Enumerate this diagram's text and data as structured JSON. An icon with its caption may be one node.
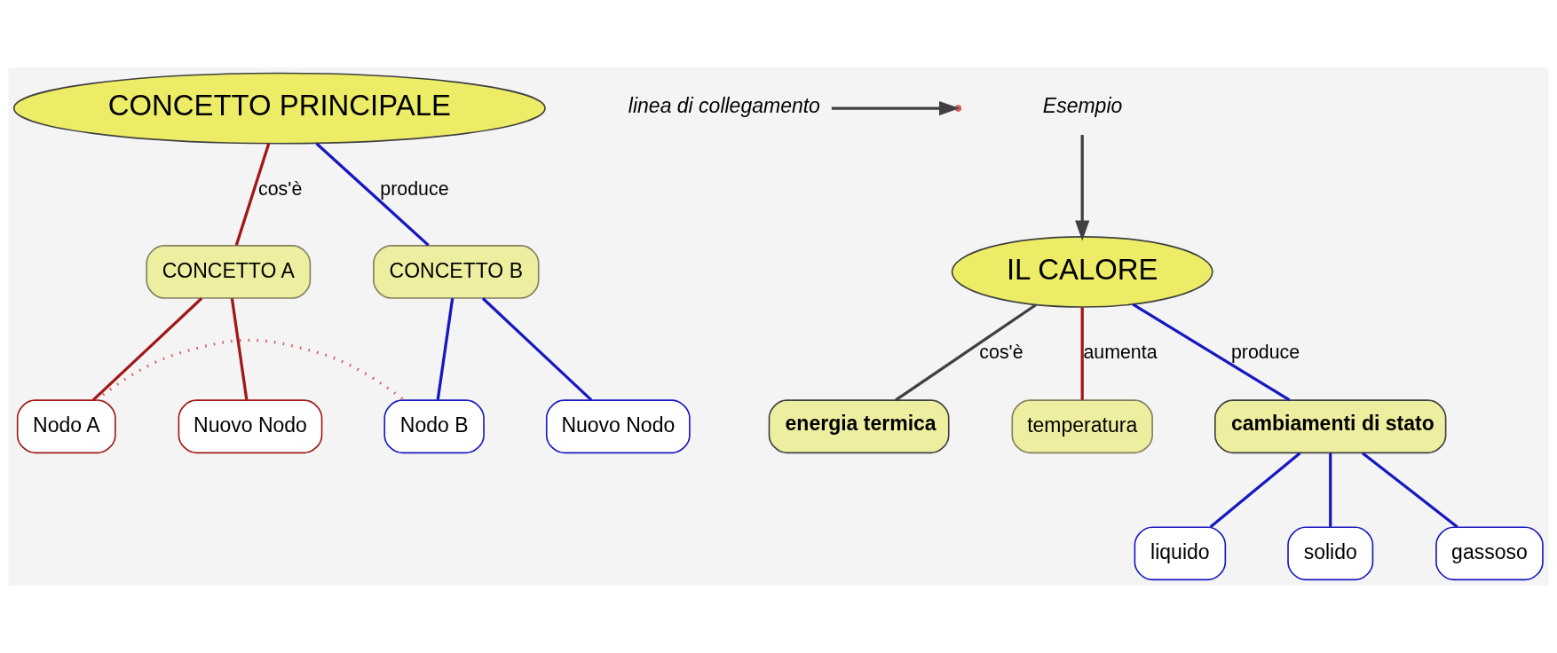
{
  "diagram": {
    "nodes": [
      {
        "text": [
          "CONCETTO PRINCIPALE"
        ]
      },
      {
        "text": [
          "CONCETTO A"
        ]
      },
      {
        "text": [
          "CONCETTO B"
        ]
      },
      {
        "text": [
          "Nodo A"
        ]
      },
      {
        "text": [
          "Nuovo Nodo"
        ]
      },
      {
        "text": [
          "Nodo B"
        ]
      },
      {
        "text": [
          "Nuovo Nodo"
        ]
      },
      {
        "text": [
          "linea di collegamento"
        ]
      },
      {
        "text": [
          "Esempio"
        ]
      },
      {
        "text": [
          "IL CALORE"
        ]
      },
      {
        "text": [
          "energia termica"
        ]
      },
      {
        "text": [
          "temperatura"
        ]
      },
      {
        "text": [
          "cambiamenti di stato"
        ]
      },
      {
        "text": [
          "liquido"
        ]
      },
      {
        "text": [
          "solido"
        ]
      },
      {
        "text": [
          "gassoso"
        ]
      }
    ],
    "edges": [
      {
        "from": 0,
        "to": 1,
        "arrow": "none",
        "label": "cos'è",
        "color": "#a01818"
      },
      {
        "from": 0,
        "to": 2,
        "arrow": "none",
        "label": "produce",
        "color": "#1818c0"
      },
      {
        "from": 1,
        "to": 3,
        "arrow": "none",
        "color": "#a01818"
      },
      {
        "from": 1,
        "to": 4,
        "arrow": "none",
        "color": "#a01818"
      },
      {
        "from": 2,
        "to": 5,
        "arrow": "none",
        "color": "#1818c0"
      },
      {
        "from": 2,
        "to": 6,
        "arrow": "none",
        "color": "#1818c0"
      },
      {
        "from": 3,
        "to": 5,
        "arrow": "none",
        "style": "dashed",
        "color": "#d06060"
      },
      {
        "from": 7,
        "to": null,
        "arrow": "to",
        "color": "#404040"
      },
      {
        "from": 8,
        "to": 9,
        "arrow": "to",
        "color": "#404040"
      },
      {
        "from": 9,
        "to": 10,
        "arrow": "none",
        "label": "cos'è",
        "color": "#404040"
      },
      {
        "from": 9,
        "to": 11,
        "arrow": "none",
        "label": "aumenta",
        "color": "#a01818"
      },
      {
        "from": 9,
        "to": 12,
        "arrow": "none",
        "label": "produce",
        "color": "#1818c0"
      },
      {
        "from": 12,
        "to": 13,
        "arrow": "none",
        "color": "#1818c0"
      },
      {
        "from": 12,
        "to": 14,
        "arrow": "none",
        "color": "#1818c0"
      },
      {
        "from": 12,
        "to": 15,
        "arrow": "none",
        "color": "#1818c0"
      }
    ]
  }
}
